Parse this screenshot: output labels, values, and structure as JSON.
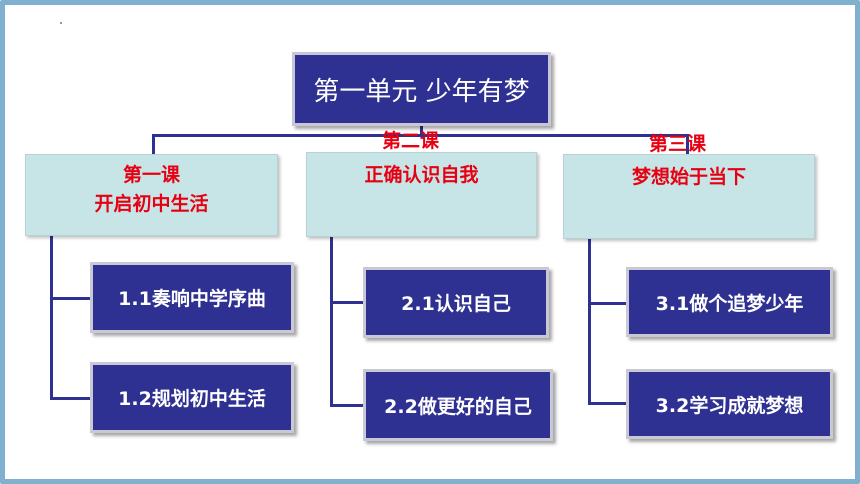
{
  "unit_title": "第一单元 少年有梦",
  "lessons": [
    {
      "number": "第一课",
      "title": "开启初中生活",
      "sections": [
        "1.1奏响中学序曲",
        "1.2规划初中生活"
      ]
    },
    {
      "number": "第二课",
      "title": "正确认识自我",
      "sections": [
        "2.1认识自己",
        "2.2做更好的自己"
      ]
    },
    {
      "number": "第三课",
      "title": "梦想始于当下",
      "sections": [
        "3.1做个追梦少年",
        "3.2学习成就梦想"
      ]
    }
  ],
  "colors": {
    "node_fill": "#2e3192",
    "lesson_fill": "#c7e5e7",
    "lesson_text": "#e60012",
    "frame": "#7fb0cf"
  }
}
